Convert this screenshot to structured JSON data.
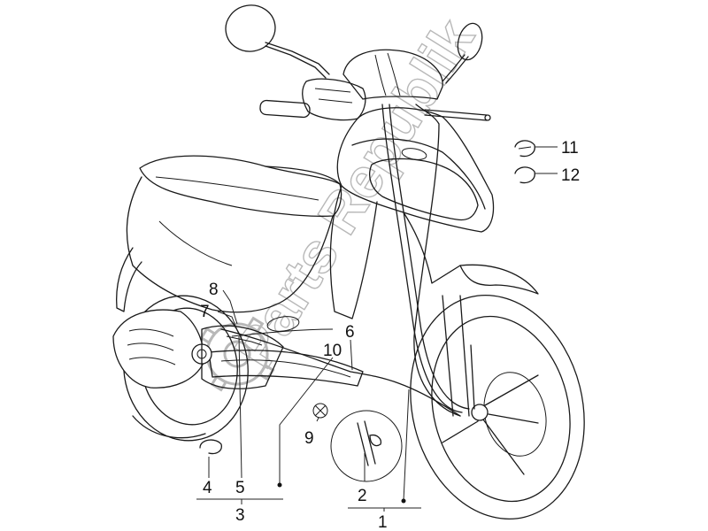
{
  "watermark": {
    "text": "Parts Republik",
    "icon": "gear-icon"
  },
  "callouts": [
    {
      "id": "1",
      "label": "1"
    },
    {
      "id": "2",
      "label": "2"
    },
    {
      "id": "3",
      "label": "3"
    },
    {
      "id": "4",
      "label": "4"
    },
    {
      "id": "5",
      "label": "5"
    },
    {
      "id": "6",
      "label": "6"
    },
    {
      "id": "7",
      "label": "7"
    },
    {
      "id": "8",
      "label": "8"
    },
    {
      "id": "9",
      "label": "9"
    },
    {
      "id": "10",
      "label": "10"
    },
    {
      "id": "11",
      "label": "11"
    },
    {
      "id": "12",
      "label": "12"
    }
  ]
}
